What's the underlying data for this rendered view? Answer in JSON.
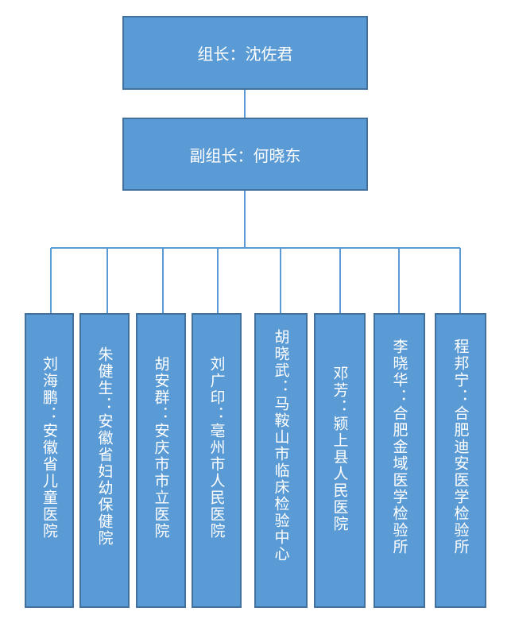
{
  "leader": {
    "text": "组长：沈佐君"
  },
  "deputy": {
    "text": "副组长：何晓东"
  },
  "members": [
    {
      "text": "刘海鹏：安徽省儿童医院"
    },
    {
      "text": "朱健生：安徽省妇幼保健院"
    },
    {
      "text": "胡安群：安庆市市立医院"
    },
    {
      "text": "刘广印：亳州市人民医院"
    },
    {
      "text": "胡晓武：马鞍山市临床检验中心"
    },
    {
      "text": "邓芳：颍上县人民医院"
    },
    {
      "text": "李晓华：合肥金域医学检验所"
    },
    {
      "text": "程邦宁：合肥迪安医学检验所"
    }
  ],
  "colors": {
    "box_fill": "#5b9bd5",
    "box_border": "#41719c",
    "connector": "#5b9bd5",
    "text": "#ffffff"
  }
}
